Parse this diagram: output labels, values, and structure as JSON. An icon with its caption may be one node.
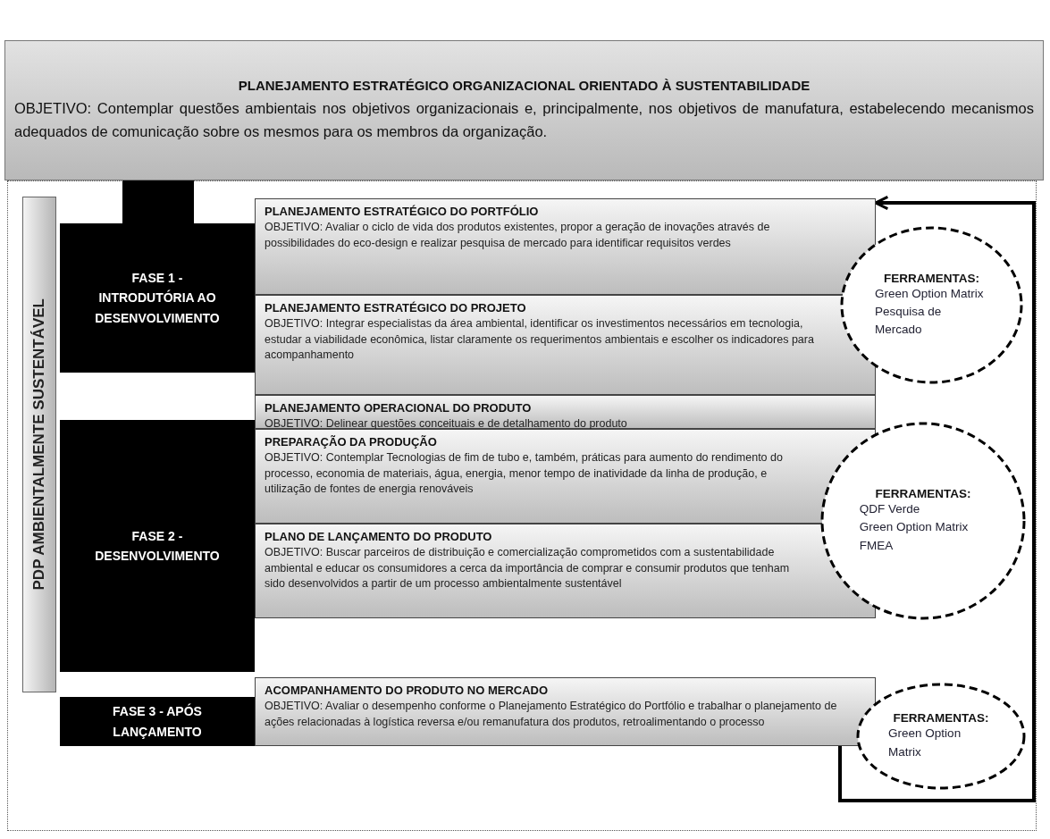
{
  "diagram": {
    "nodes": [
      {
        "text": [
          "PLANEJAMENTO ESTRATÉGICO ORGANIZACIONAL ORIENTADO À SUSTENTABILIDADE",
          "OBJETIVO: Contemplar questões ambientais nos objetivos organizacionais e, principalmente, nos objetivos de manufatura, estabelecendo mecanismos adequados de comunicação sobre os mesmos para os membros da organização."
        ]
      },
      {
        "text": [
          "PDP AMBIENTALMENTE SUSTENTÁVEL"
        ]
      },
      {
        "text": [
          "FASE 1 - INTRODUTÓRIA AO DESENVOLVIMENTO"
        ]
      },
      {
        "text": [
          "FASE 2 - DESENVOLVIMENTO"
        ]
      },
      {
        "text": [
          "FASE 3 - APÓS LANÇAMENTO"
        ]
      },
      {
        "text": [
          "PLANEJAMENTO ESTRATÉGICO DO PORTFÓLIO",
          "OBJETIVO: Avaliar o ciclo de vida dos produtos existentes, propor a geração de inovações através de possibilidades do eco-design e realizar pesquisa de mercado para identificar requisitos verdes"
        ]
      },
      {
        "text": [
          "PLANEJAMENTO ESTRATÉGICO DO PROJETO",
          "OBJETIVO: Integrar especialistas da área ambiental, identificar os investimentos necessários em tecnologia, estudar a viabilidade econômica, listar claramente os requerimentos ambientais e escolher os indicadores para acompanhamento"
        ]
      },
      {
        "text": [
          "PLANEJAMENTO OPERACIONAL DO PRODUTO",
          "OBJETIVO: Delinear questões conceituais e de detalhamento do produto"
        ]
      },
      {
        "text": [
          "PREPARAÇÃO DA PRODUÇÃO",
          "OBJETIVO: Contemplar Tecnologias de fim de tubo e, também, práticas para aumento do rendimento do processo, economia de materiais, água, energia, menor tempo de inatividade da linha de produção, e utilização de fontes de energia renováveis"
        ]
      },
      {
        "text": [
          "PLANO DE LANÇAMENTO DO PRODUTO",
          "OBJETIVO: Buscar parceiros de distribuição e comercialização comprometidos com a sustentabilidade ambiental e educar os consumidores a cerca da importância de comprar e consumir produtos que tenham sido desenvolvidos a partir de um processo ambientalmente sustentável"
        ]
      },
      {
        "text": [
          "ACOMPANHAMENTO DO PRODUTO NO MERCADO",
          "OBJETIVO: Avaliar o desempenho conforme o Planejamento Estratégico do Portfólio e trabalhar o planejamento de ações relacionadas à logística reversa e/ou remanufatura dos produtos, retroalimentando o processo"
        ]
      },
      {
        "text": [
          "FERRAMENTAS:",
          "Green Option Matrix",
          "Pesquisa de Mercado"
        ]
      },
      {
        "text": [
          "FERRAMENTAS:",
          "QDF Verde",
          "Green Option Matrix",
          "FMEA"
        ]
      },
      {
        "text": [
          "FERRAMENTAS:",
          "Green Option Matrix"
        ]
      }
    ],
    "edges": [
      {
        "from": 0,
        "to": 2,
        "arrow": "none",
        "style": "thick"
      },
      {
        "from": 10,
        "to": 5,
        "arrow": "to"
      }
    ]
  }
}
